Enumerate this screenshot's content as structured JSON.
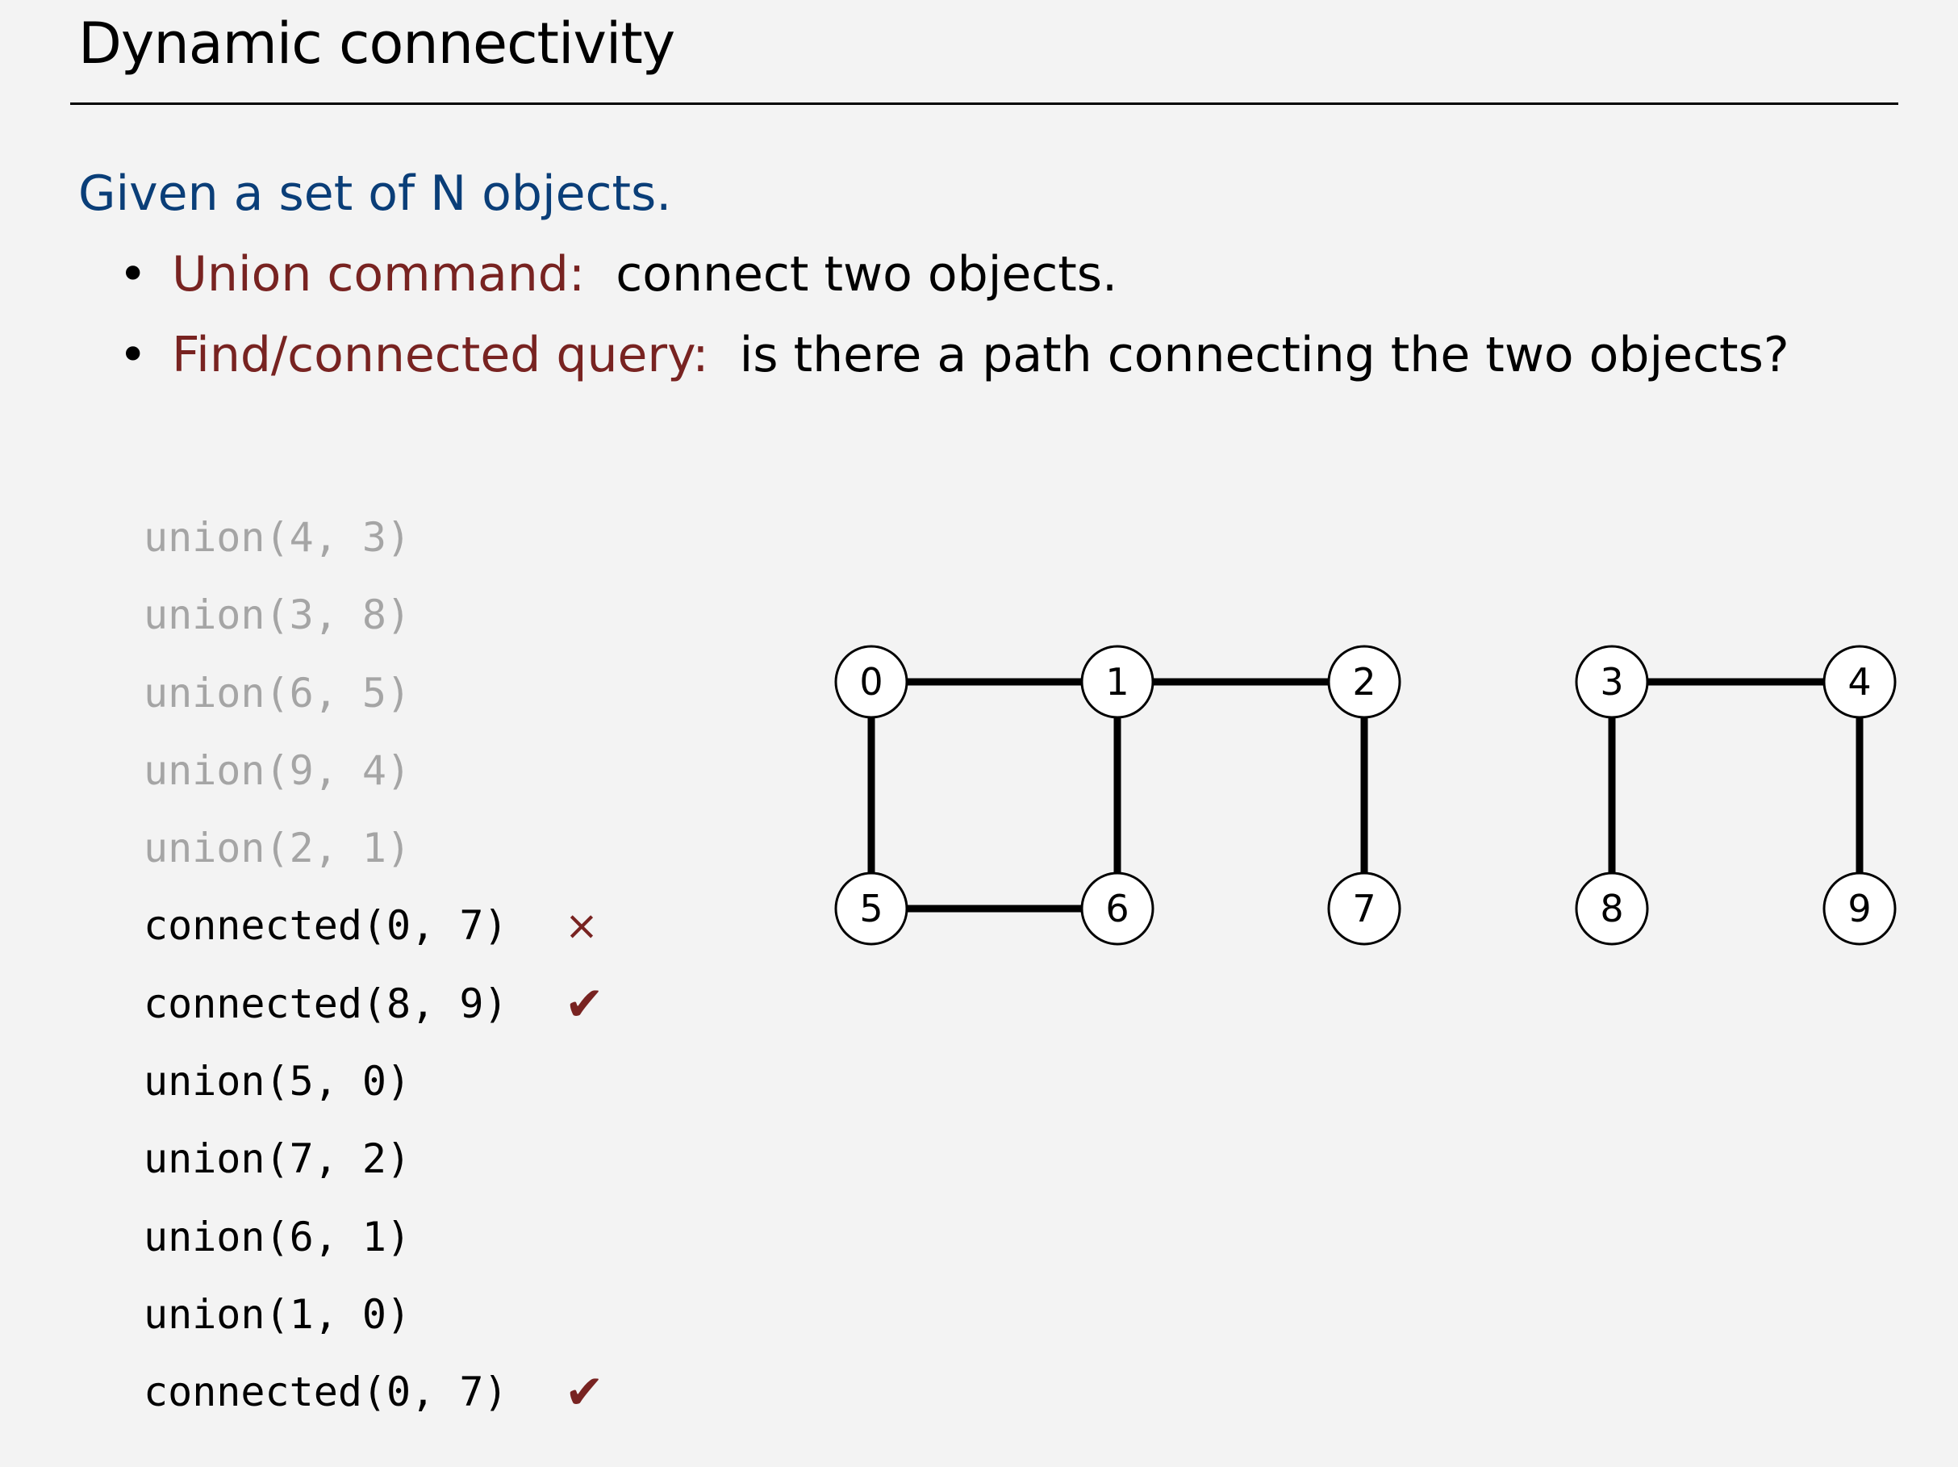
{
  "title": "Dynamic connectivity",
  "intro": "Given a set of N objects.",
  "bullets": [
    {
      "term": "Union command:",
      "text": "connect two objects."
    },
    {
      "term": "Find/connected query:",
      "text": "is there a path connecting the two objects?"
    }
  ],
  "operations": [
    {
      "call": "union(4, 3)",
      "faded": true,
      "result": ""
    },
    {
      "call": "union(3, 8)",
      "faded": true,
      "result": ""
    },
    {
      "call": "union(6, 5)",
      "faded": true,
      "result": ""
    },
    {
      "call": "union(9, 4)",
      "faded": true,
      "result": ""
    },
    {
      "call": "union(2, 1)",
      "faded": true,
      "result": ""
    },
    {
      "call": "connected(0, 7)",
      "faded": false,
      "result": "×"
    },
    {
      "call": "connected(8, 9)",
      "faded": false,
      "result": "✔"
    },
    {
      "call": "union(5, 0)",
      "faded": false,
      "result": ""
    },
    {
      "call": "union(7, 2)",
      "faded": false,
      "result": ""
    },
    {
      "call": "union(6, 1)",
      "faded": false,
      "result": ""
    },
    {
      "call": "union(1, 0)",
      "faded": false,
      "result": ""
    },
    {
      "call": "connected(0, 7)",
      "faded": false,
      "result": "✔"
    }
  ],
  "graph": {
    "nodes": [
      "0",
      "1",
      "2",
      "3",
      "4",
      "5",
      "6",
      "7",
      "8",
      "9"
    ],
    "edges": [
      [
        "0",
        "1"
      ],
      [
        "1",
        "2"
      ],
      [
        "3",
        "4"
      ],
      [
        "0",
        "5"
      ],
      [
        "1",
        "6"
      ],
      [
        "2",
        "7"
      ],
      [
        "3",
        "8"
      ],
      [
        "4",
        "9"
      ],
      [
        "5",
        "6"
      ]
    ]
  },
  "colors": {
    "heading": "#0a3e78",
    "term": "#782321",
    "faded": "#a5a5a5",
    "background": "#f3f3f3"
  }
}
